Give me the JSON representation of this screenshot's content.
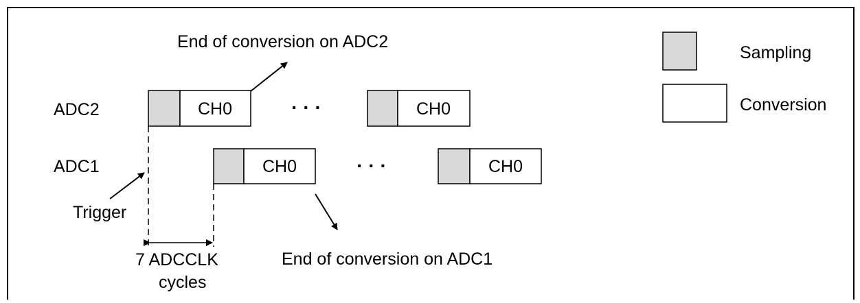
{
  "labels": {
    "end_adc2": "End of conversion on ADC2",
    "end_adc1": "End of conversion on ADC1",
    "adc2": "ADC2",
    "adc1": "ADC1",
    "trigger": "Trigger",
    "delay_line1": "7 ADCCLK",
    "delay_line2": "cycles",
    "ellipsis": "· · ·"
  },
  "legend": {
    "sampling": "Sampling",
    "conversion": "Conversion"
  },
  "blocks": {
    "channel": "CH0"
  },
  "colors": {
    "sampling_fill": "#d9d9d9",
    "conversion_fill": "#ffffff",
    "stroke": "#000000"
  }
}
